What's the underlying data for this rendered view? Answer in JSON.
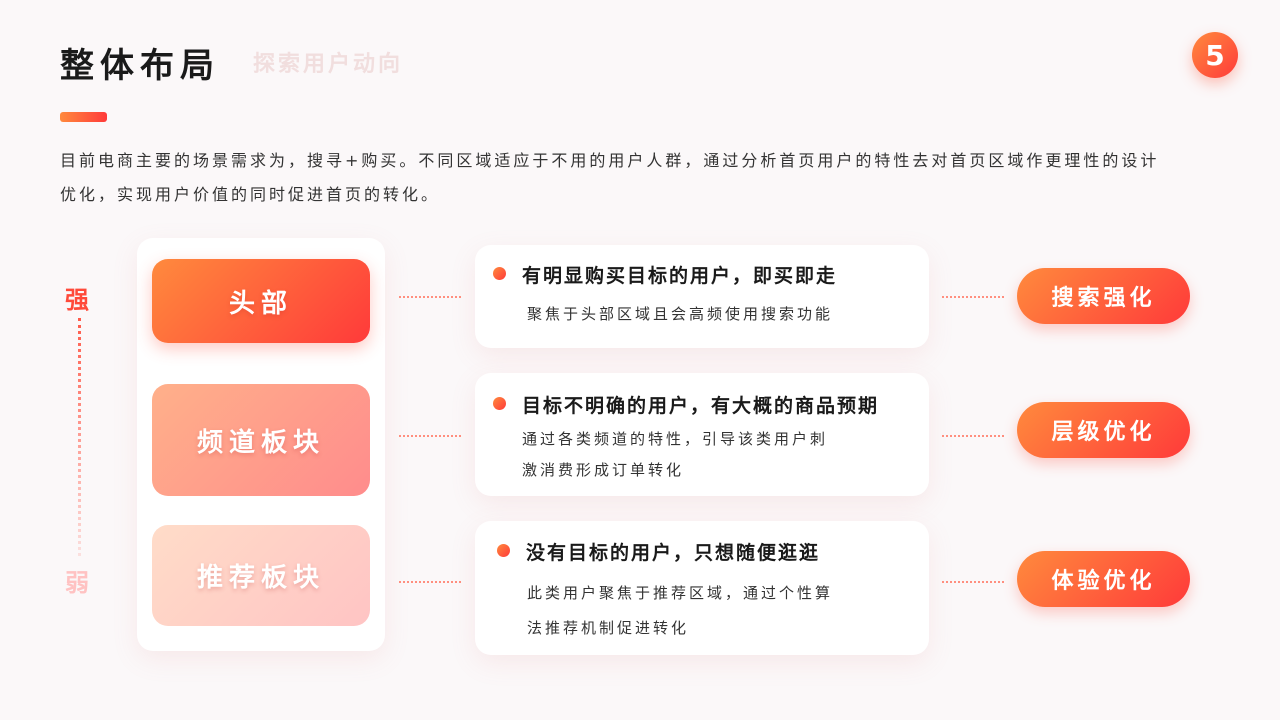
{
  "header": {
    "title": "整体布局",
    "subtitle": "探索用户动向",
    "page_number": "5"
  },
  "intro": {
    "line1": "目前电商主要的场景需求为，搜寻+购买。不同区域适应于不用的用户人群，通过分析首页用户的特性去对首页区域作更理性的设计",
    "line2": "优化，实现用户价值的同时促进首页的转化。"
  },
  "scale": {
    "strong": "强",
    "weak": "弱"
  },
  "tiers": [
    {
      "name": "头部",
      "card_title": "有明显购买目标的用户，即买即走",
      "desc_lines": [
        "聚焦于头部区域且会高频使用搜索功能"
      ],
      "action": "搜索强化"
    },
    {
      "name": "频道板块",
      "card_title": "目标不明确的用户，有大概的商品预期",
      "desc_lines": [
        "通过各类频道的特性，引导该类用户刺",
        "激消费形成订单转化"
      ],
      "action": "层级优化"
    },
    {
      "name": "推荐板块",
      "card_title": "没有目标的用户，只想随便逛逛",
      "desc_lines": [
        "此类用户聚焦于推荐区域，通过个性算",
        "法推荐机制促进转化"
      ],
      "action": "体验优化"
    }
  ],
  "colors": {
    "accent_start": "#ff8a3d",
    "accent_end": "#ff3a3a",
    "background": "#fbf8f9"
  }
}
